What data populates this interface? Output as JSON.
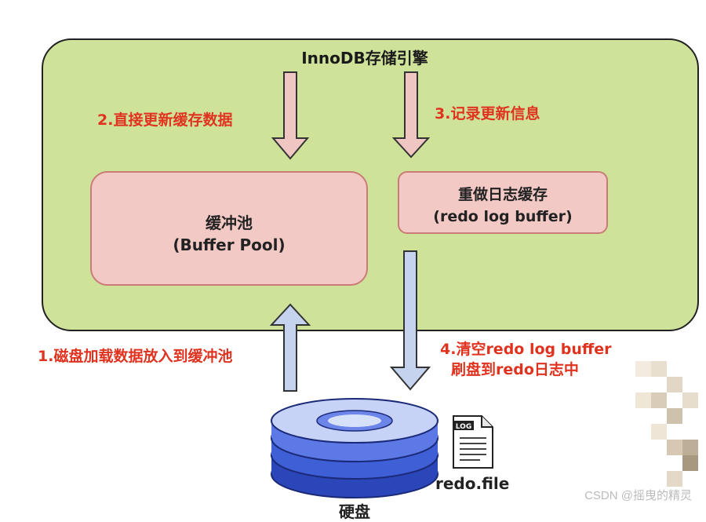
{
  "engine": {
    "title": "InnoDB存储引擎"
  },
  "buffer_pool": {
    "name": "缓冲池",
    "english": "(Buffer Pool)"
  },
  "redo_log_buffer": {
    "name": "重做日志缓存",
    "english": "(redo log buffer)"
  },
  "steps": {
    "step1": "1.磁盘加载数据放入到缓冲池",
    "step2": "2.直接更新缓存数据",
    "step3": "3.记录更新信息",
    "step4_line1": "4.清空redo log buffer",
    "step4_line2": "刷盘到redo日志中"
  },
  "disk": {
    "label": "硬盘"
  },
  "redo_file": {
    "icon_text": "LOG",
    "label": "redo.file"
  },
  "watermark": "CSDN @摇曳的精灵",
  "colors": {
    "engine_fill": "#cfe29a",
    "box_fill": "#f3c9c6",
    "red_text": "#e0331f",
    "pink_arrow": "#f0c6c3",
    "blue_arrow": "#c6d3ee"
  }
}
